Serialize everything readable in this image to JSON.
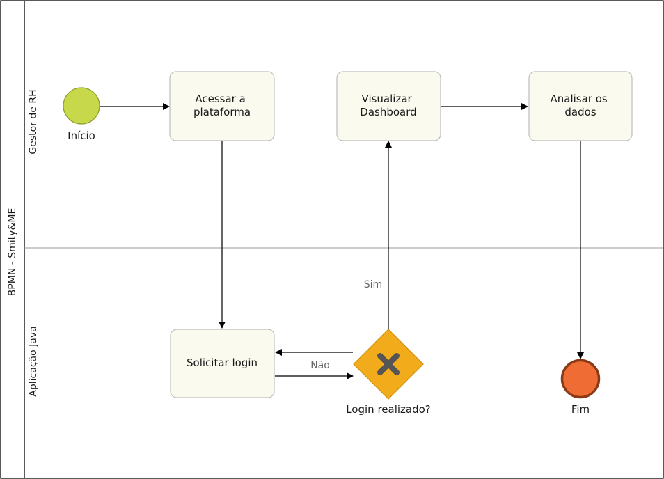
{
  "pool": {
    "title": "BPMN - Smity&ME"
  },
  "lanes": [
    {
      "label": "Gestor de RH"
    },
    {
      "label": "Aplicação Java"
    }
  ],
  "events": {
    "start": {
      "label": "Início"
    },
    "end": {
      "label": "Fim"
    }
  },
  "tasks": {
    "acessar": {
      "lines": [
        "Acessar a",
        "plataforma"
      ]
    },
    "visualizar": {
      "lines": [
        "Visualizar",
        "Dashboard"
      ]
    },
    "analisar": {
      "lines": [
        "Analisar os",
        "dados"
      ]
    },
    "solicitar": {
      "lines": [
        "Solicitar login"
      ]
    }
  },
  "gateway": {
    "label": "Login realizado?"
  },
  "edges": {
    "sim": "Sim",
    "nao": "Não"
  },
  "colors": {
    "task_fill": "#fbfaee",
    "task_stroke": "#bdbdbd",
    "start_fill": "#c7d84b",
    "start_stroke": "#8fa02e",
    "end_fill": "#ef6d34",
    "end_stroke": "#8a3a16",
    "gateway_fill": "#f2ac1b",
    "gateway_stroke": "#d08e0c",
    "gateway_mark": "#555555"
  }
}
